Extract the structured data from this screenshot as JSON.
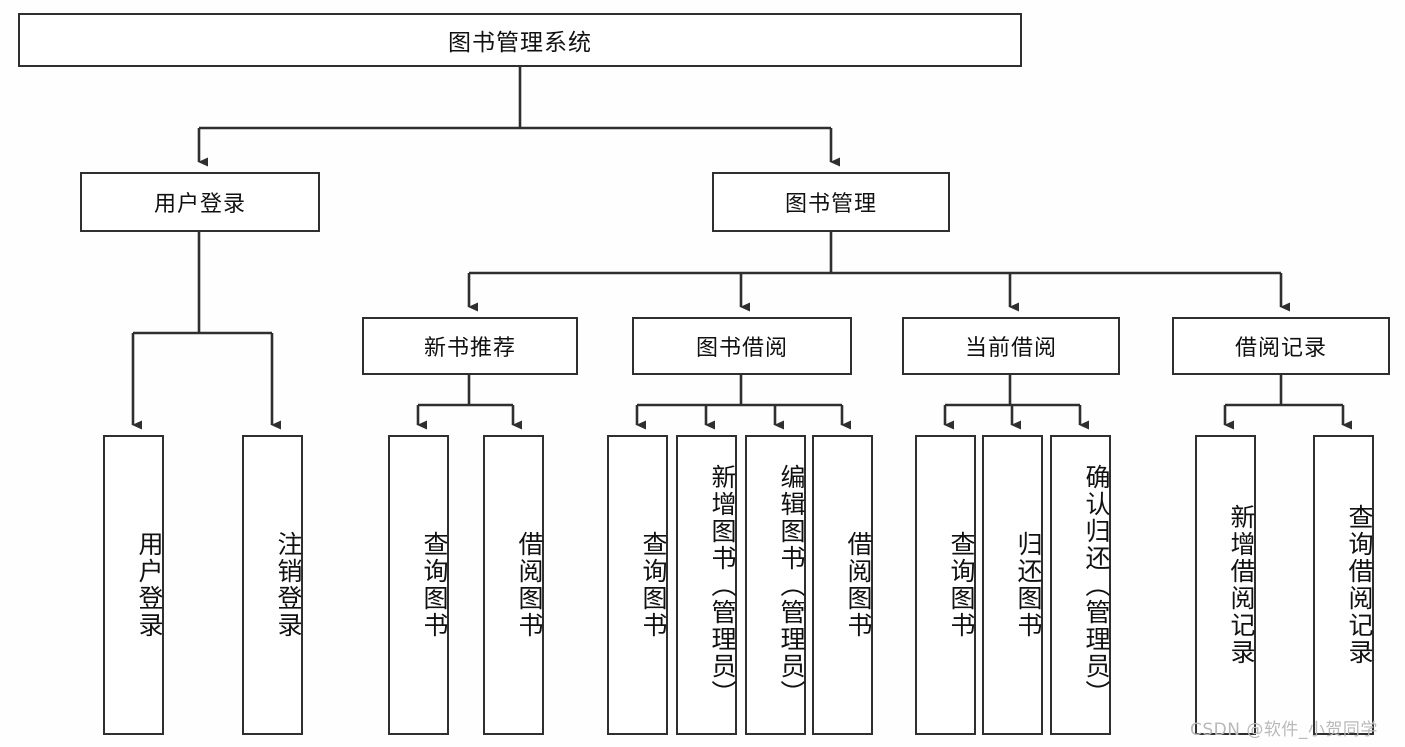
{
  "diagram": {
    "title": "图书管理系统",
    "type": "hierarchy-tree",
    "root": {
      "label": "图书管理系统"
    },
    "level1": [
      {
        "label": "用户登录"
      },
      {
        "label": "图书管理"
      }
    ],
    "level2": [
      {
        "label": "新书推荐"
      },
      {
        "label": "图书借阅"
      },
      {
        "label": "当前借阅"
      },
      {
        "label": "借阅记录"
      }
    ],
    "leaves_user_login": [
      {
        "label": "用户登录"
      },
      {
        "label": "注销登录"
      }
    ],
    "leaves_new_book": [
      {
        "label": "查询图书"
      },
      {
        "label": "借阅图书"
      }
    ],
    "leaves_borrow": [
      {
        "label": "查询图书"
      },
      {
        "label": "新增图书（管理员）"
      },
      {
        "label": "编辑图书（管理员）"
      },
      {
        "label": "借阅图书"
      }
    ],
    "leaves_current": [
      {
        "label": "查询图书"
      },
      {
        "label": "归还图书"
      },
      {
        "label": "确认归还（管理员）"
      }
    ],
    "leaves_records": [
      {
        "label": "新增借阅记录"
      },
      {
        "label": "查询借阅记录"
      }
    ]
  },
  "watermark": {
    "text": "CSDN @软件_小贺同学"
  },
  "colors": {
    "stroke": "#2f2f2f",
    "background": "#fefefe",
    "text": "#111111",
    "watermark": "#b9b9b9"
  }
}
